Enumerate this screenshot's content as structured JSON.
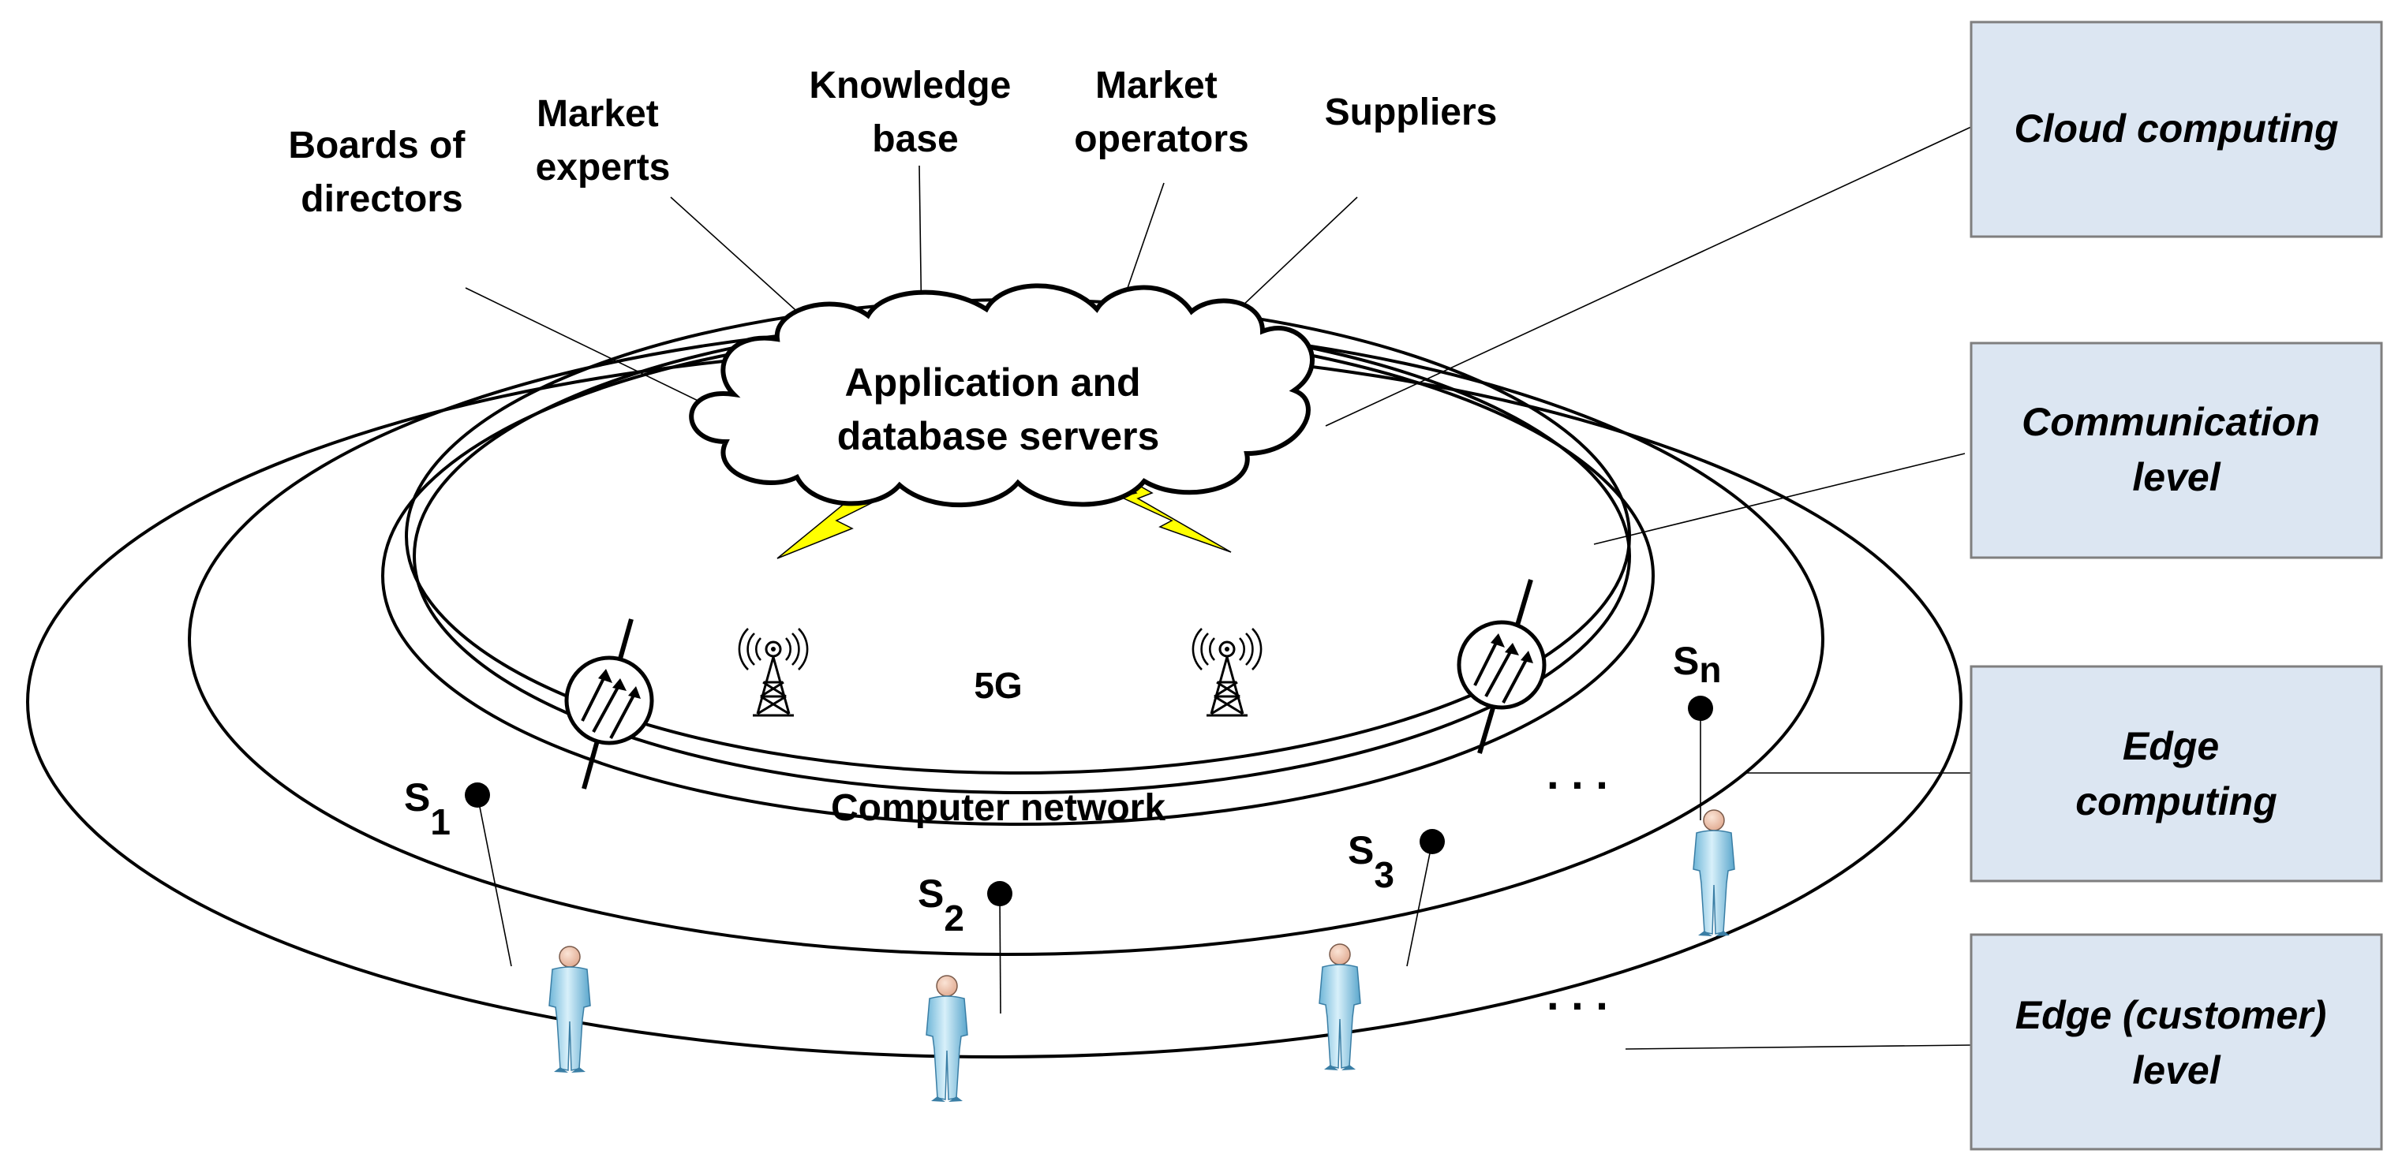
{
  "diagram": {
    "stakeholders": {
      "boards": [
        "Boards of",
        "directors"
      ],
      "experts": [
        "Market",
        "experts"
      ],
      "knowledge": [
        "Knowledge",
        "base"
      ],
      "operators": [
        "Market",
        "operators"
      ],
      "suppliers": "Suppliers"
    },
    "cloud": [
      "Application and",
      "database servers"
    ],
    "network_5g": "5G",
    "computer_network": "Computer network",
    "sensors": {
      "s1": {
        "letter": "S",
        "sub": "1"
      },
      "s2": {
        "letter": "S",
        "sub": "2"
      },
      "s3": {
        "letter": "S",
        "sub": "3"
      },
      "sn": {
        "letter": "S",
        "sub": "n"
      }
    },
    "ellipsis": ". . .",
    "levels": {
      "cloud": "Cloud computing",
      "communication": [
        "Communication",
        "level"
      ],
      "edge": [
        "Edge",
        "computing"
      ],
      "customer": [
        "Edge (customer)",
        "level"
      ]
    },
    "colors": {
      "level_box_fill": "#dce6f2",
      "lightning": "#ffff00",
      "person": "#a9d9ee"
    }
  }
}
